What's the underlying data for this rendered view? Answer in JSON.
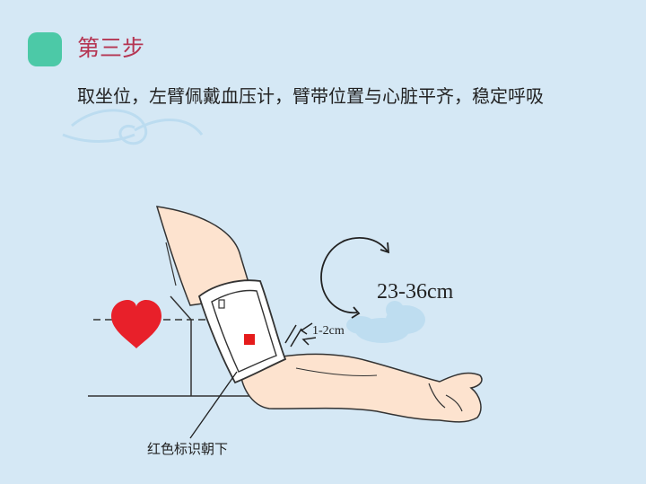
{
  "step": {
    "title": "第三步",
    "instruction": "取坐位，左臂佩戴血压计，臂带位置与心脏平齐，稳定呼吸"
  },
  "illustration": {
    "circumference_label": "23-36cm",
    "gap_label": "1-2cm",
    "marker_caption": "红色标识朝下",
    "colors": {
      "background": "#d5e8f5",
      "badge": "#4cc9a7",
      "title": "#b53552",
      "heart": "#e8202a",
      "skin": "#fde3cf",
      "cuff_marker": "#e51b1b"
    }
  }
}
